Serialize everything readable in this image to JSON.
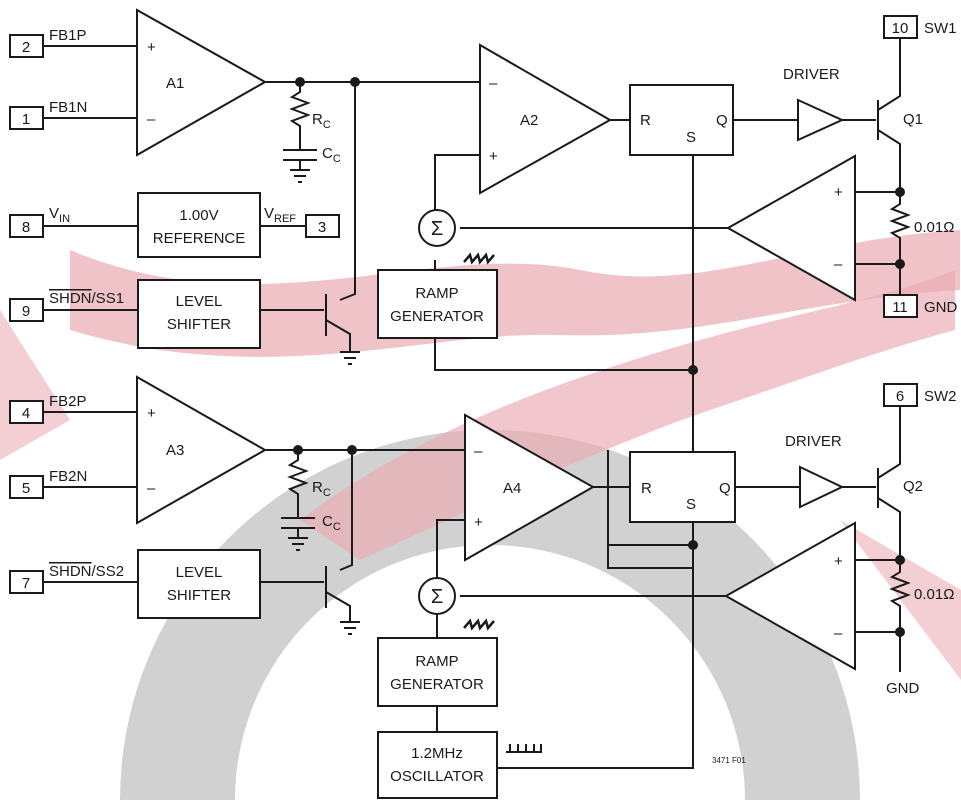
{
  "symbols": {
    "plus": "+",
    "minus": "–",
    "sigma": "Σ"
  },
  "amplifiers": {
    "a1": "A1",
    "a2": "A2",
    "a3": "A3",
    "a4": "A4"
  },
  "drivers": {
    "top": "DRIVER",
    "bottom": "DRIVER"
  },
  "flipflop": {
    "r": "R",
    "s": "S",
    "q": "Q"
  },
  "blocks": {
    "reference": {
      "line1": "1.00V",
      "line2": "REFERENCE"
    },
    "level_shifter": {
      "line1": "LEVEL",
      "line2": "SHIFTER"
    },
    "ramp": {
      "line1": "RAMP",
      "line2": "GENERATOR"
    },
    "oscillator": {
      "line1": "1.2MHz",
      "line2": "OSCILLATOR"
    }
  },
  "pins": {
    "fb1p": {
      "num": "2",
      "name": "FB1P"
    },
    "fb1n": {
      "num": "1",
      "name": "FB1N"
    },
    "vin": {
      "num": "8",
      "name": "V",
      "sub": "IN"
    },
    "vref": {
      "num": "3",
      "name": "V",
      "sub": "REF"
    },
    "shdn1": {
      "num": "9",
      "overbar": "SHDN",
      "rest": "/SS1"
    },
    "sw1": {
      "num": "10",
      "name": "SW1"
    },
    "gnd1": {
      "num": "11",
      "name": "GND"
    },
    "fb2p": {
      "num": "4",
      "name": "FB2P"
    },
    "fb2n": {
      "num": "5",
      "name": "FB2N"
    },
    "shdn2": {
      "num": "7",
      "overbar": "SHDN",
      "rest": "/SS2"
    },
    "sw2": {
      "num": "6",
      "name": "SW2"
    },
    "gnd2": {
      "name": "GND"
    }
  },
  "components": {
    "rc": {
      "main": "R",
      "sub": "C"
    },
    "cc": {
      "main": "C",
      "sub": "C"
    },
    "q1": "Q1",
    "q2": "Q2",
    "sense_res": "0.01Ω"
  },
  "figure_code": "3471 F01",
  "colors": {
    "watermark_gray": "#c9c9c9",
    "watermark_pink": "#e7a0a8",
    "line": "#1a1a1a"
  }
}
